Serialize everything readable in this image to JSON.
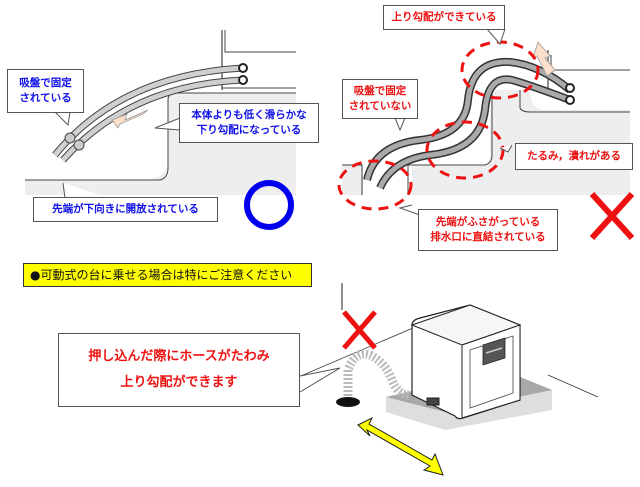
{
  "good_example": {
    "callouts": {
      "suction_fixed": [
        "吸盤で固定",
        "されている"
      ],
      "slope_down": [
        "本体よりも低く滑らかな",
        "下り勾配になっている"
      ],
      "tip_open": "先端が下向きに開放されている"
    },
    "verdict_icon": "circle-ok-icon",
    "text_color": "#1010e8",
    "verdict_color": "#0000ee"
  },
  "bad_example": {
    "callouts": {
      "slope_up": "上り勾配ができている",
      "suction_not_fixed": [
        "吸盤で固定",
        "されていない"
      ],
      "sag_crush": "たるみ，潰れがある",
      "tip_blocked": [
        "先端がふさがっている",
        "排水口に直結されている"
      ]
    },
    "verdict_icon": "cross-ng-icon",
    "text_color": "#ee1111",
    "highlight_color": "#ee1111"
  },
  "notice": {
    "text": "●可動式の台に乗せる場合は特にご注意ください",
    "background": "#ffff00"
  },
  "movable_example": {
    "callout": [
      "押し込んだ際にホースがたわみ",
      "上り勾配ができます"
    ],
    "verdict_icon": "cross-ng-icon",
    "arrow_color": "#ffff00"
  }
}
